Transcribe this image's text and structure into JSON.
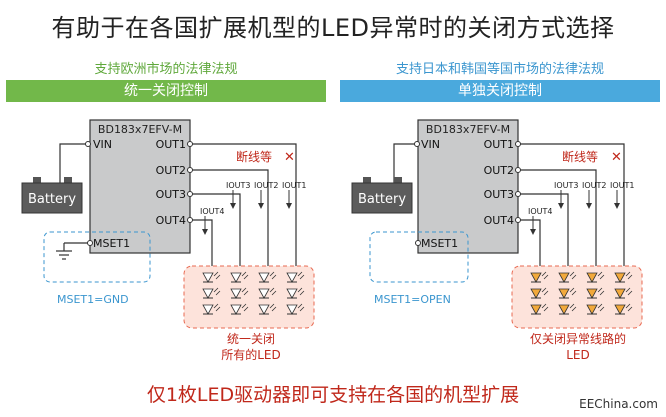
{
  "title": "有助于在各国扩展机型的LED异常时的关闭方式选择",
  "footer": "仅1枚LED驱动器即可支持在各国的机型扩展",
  "brand": "EEChina.com",
  "colors": {
    "green_header": "#72b84a",
    "blue_header": "#4aa9dd",
    "green_text": "#5fa83b",
    "blue_text": "#3b96cf",
    "red_text": "#c0281b",
    "ic_fill": "#c9cacb",
    "red_box_fill": "#fde3db",
    "red_box_border": "#e86a52"
  },
  "left": {
    "subtitle": "支持欧洲市场的法律法规",
    "header": "统一关闭控制",
    "chip": "BD183x7EFV-M",
    "pins": {
      "vin": "VIN",
      "mset": "MSET1",
      "out1": "OUT1",
      "out2": "OUT2",
      "out3": "OUT3",
      "out4": "OUT4"
    },
    "battery": "Battery",
    "fault": "断线等",
    "currents": {
      "i4": "IOUT4",
      "i3": "IOUT3",
      "i2": "IOUT2",
      "i1": "IOUT1"
    },
    "mset_label": "MSET1=GND",
    "result_line1": "统一关闭",
    "result_line2": "所有的LED"
  },
  "right": {
    "subtitle": "支持日本和韩国等国市场的法律法规",
    "header": "单独关闭控制",
    "chip": "BD183x7EFV-M",
    "pins": {
      "vin": "VIN",
      "mset": "MSET1",
      "out1": "OUT1",
      "out2": "OUT2",
      "out3": "OUT3",
      "out4": "OUT4"
    },
    "battery": "Battery",
    "fault": "断线等",
    "currents": {
      "i4": "IOUT4",
      "i3": "IOUT3",
      "i2": "IOUT2",
      "i1": "IOUT1"
    },
    "mset_label": "MSET1=OPEN",
    "result_line1": "仅关闭异常线路的",
    "result_line2": "LED"
  }
}
